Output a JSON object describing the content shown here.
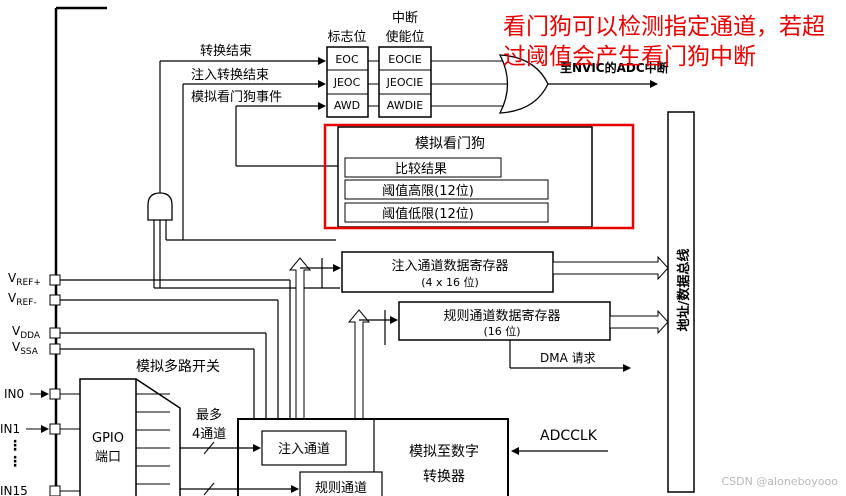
{
  "flags": {
    "header": "标志位",
    "items": [
      "EOC",
      "JEOC",
      "AWD"
    ]
  },
  "interrupts": {
    "header_line1": "中断",
    "header_line2": "使能位",
    "items": [
      "EOCIE",
      "JEOCIE",
      "AWDIE"
    ]
  },
  "events": [
    "转换结束",
    "注入转换结束",
    "模拟看门狗事件"
  ],
  "nvic_label": "至NVIC的ADC中断",
  "annotation": "看门狗可以检测指定通道，若超过阈值会产生看门狗中断",
  "watchdog": {
    "title": "模拟看门狗",
    "rows": [
      "比较结果",
      "阈值高限(12位)",
      "阈值低限(12位)"
    ]
  },
  "bus_label": "地址/数据总线",
  "injected_reg": {
    "line1": "注入通道数据寄存器",
    "line2": "(4 x 16 位)"
  },
  "regular_reg": {
    "line1": "规则通道数据寄存器",
    "line2": "(16 位)"
  },
  "dma_label": "DMA 请求",
  "pins": {
    "vref_p_main": "V",
    "vref_p_sub": "REF+",
    "vref_m_main": "V",
    "vref_m_sub": "REF-",
    "vdda_main": "V",
    "vdda_sub": "DDA",
    "vssa_main": "V",
    "vssa_sub": "SSA",
    "in0": "IN0",
    "in1": "IN1",
    "in15": "IN15"
  },
  "mux_label": "模拟多路开关",
  "gpio": {
    "line1": "GPIO",
    "line2": "端口"
  },
  "max_label": {
    "line1": "最多",
    "line2": "4通道"
  },
  "injected_channel": "注入通道",
  "regular_channel": "规则通道",
  "converter": {
    "line1": "模拟至数字",
    "line2": "转换器"
  },
  "adcclk": "ADCCLK",
  "watermark": "CSDN @aloneboyooo",
  "colors": {
    "annotation": "#e60000",
    "highlight_border": "#e60000",
    "line": "#000000"
  }
}
